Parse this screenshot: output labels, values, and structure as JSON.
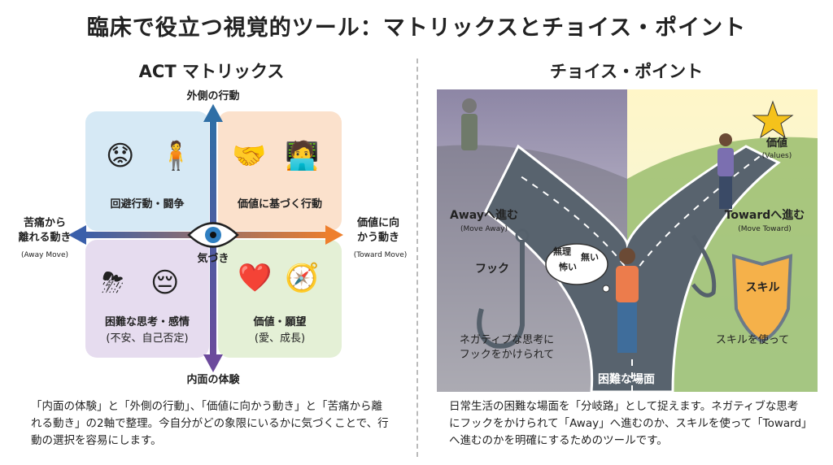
{
  "title": "臨床で役立つ視覚的ツール：マトリックスとチョイス・ポイント",
  "act": {
    "heading": "ACT マトリックス",
    "axis_top": "外側の行動",
    "axis_bottom": "内面の体験",
    "axis_left": "苦痛から\n離れる動き",
    "axis_left_en": "(Away Move)",
    "axis_right": "価値に向\nかう動き",
    "axis_right_en": "(Toward Move)",
    "center": "気づき",
    "q_top_left": "回避行動・闘争",
    "q_top_right": "価値に基づく行動",
    "q_bottom_left": "困難な思考・感情",
    "q_bottom_left_sub": "(不安、自己否定)",
    "q_bottom_right": "価値・願望",
    "q_bottom_right_sub": "(愛、成長)",
    "description": "「内面の体験」と「外側の行動」、「価値に向かう動き」と「苦痛から離れる動き」の2軸で整理。今自分がどの象限にいるかに気づくことで、行動の選択を容易にします。",
    "colors": {
      "top_left": "#d6e9f5",
      "top_right": "#fbe1cc",
      "bottom_left": "#e6dcef",
      "bottom_right": "#e4f0d6",
      "up_arrow": "#2f6fa6",
      "down_arrow": "#6c4a9c",
      "left_arrow": "#3a5faa",
      "right_arrow": "#ee7f2d"
    }
  },
  "choice": {
    "heading": "チョイス・ポイント",
    "values": "価値",
    "values_en": "(Values)",
    "away": "Awayへ進む",
    "away_en": "(Move Away)",
    "toward": "Towardへ進む",
    "toward_en": "(Move Toward)",
    "hook": "フック",
    "thought1": "無理",
    "thought2": "無い",
    "thought3": "怖い",
    "skill": "スキル",
    "hooked": "ネガティブな思考に\nフックをかけられて",
    "use_skill": "スキルを使って",
    "situation": "困難な場面",
    "description": "日常生活の困難な場面を「分岐路」として捉えます。ネガティブな思考にフックをかけられて「Away」へ進むのか、スキルを使って「Toward」へ進むのかを明確にするためのツールです。"
  }
}
